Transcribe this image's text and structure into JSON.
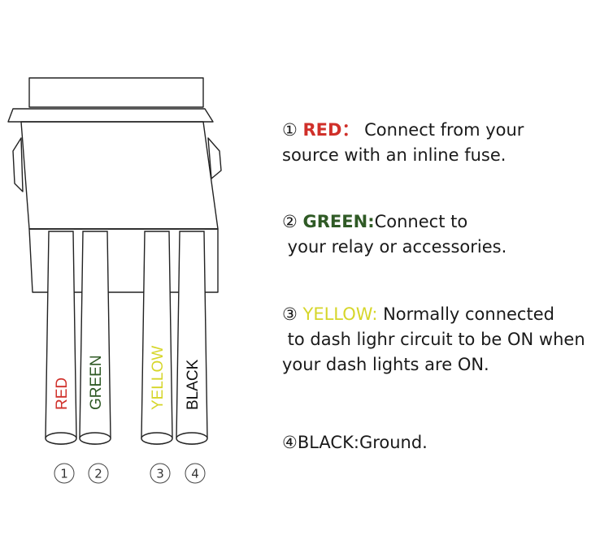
{
  "wires": [
    {
      "number": "1",
      "label": "RED",
      "color": "#d0302a"
    },
    {
      "number": "2",
      "label": "GREEN",
      "color": "#2f5a25"
    },
    {
      "number": "3",
      "label": "YELLOW",
      "color": "#d6d62a"
    },
    {
      "number": "4",
      "label": "BLACK",
      "color": "#111111"
    }
  ],
  "descriptions": [
    {
      "marker": "①",
      "keyword": "RED：",
      "keyword_color": "#d0302a",
      "text": " Connect from your",
      "lines": [
        "source with an inline fuse."
      ]
    },
    {
      "marker": "②",
      "keyword": "GREEN:",
      "keyword_color": "#2f5a25",
      "text": "Connect to",
      "lines": [
        " your relay or accessories."
      ]
    },
    {
      "marker": "③",
      "keyword": "YELLOW:",
      "keyword_color": "#d6d62a",
      "text": " Normally connected",
      "lines": [
        " to dash lighr circuit to be ON when",
        "your dash lights are ON."
      ]
    },
    {
      "marker": "④",
      "keyword": "BLACK:",
      "keyword_color": "#1a1a1a",
      "text": "Ground.",
      "lines": []
    }
  ]
}
